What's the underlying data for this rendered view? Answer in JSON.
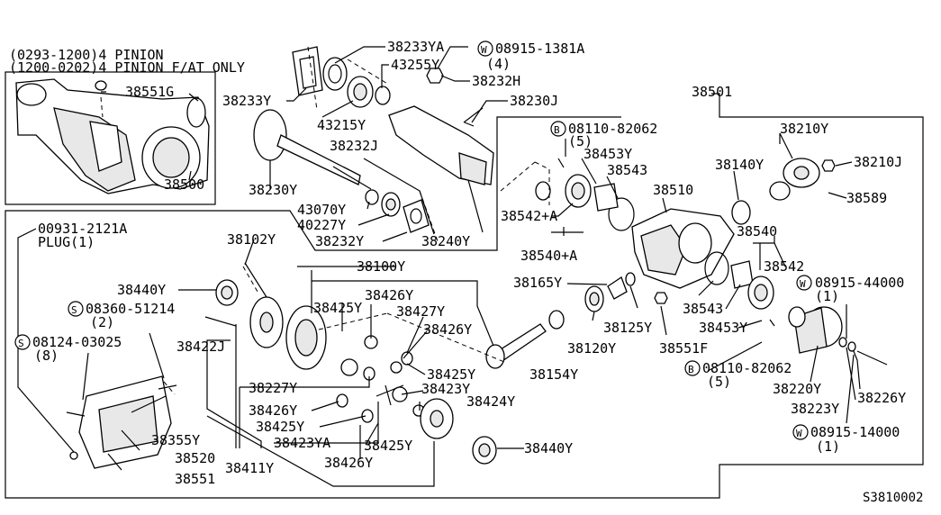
{
  "diagram_code": "S3810002",
  "inset": {
    "line1": "(0293-1200)4 PINION",
    "line2": "(1200-0202)4 PINION F/AT ONLY"
  },
  "parts": {
    "p38233YA": "38233YA",
    "p08915_1381A": "08915-1381A",
    "p08915_1381A_qty": "(4)",
    "p43255Y": "43255Y",
    "p38232H": "38232H",
    "p38551G": "38551G",
    "p38233Y": "38233Y",
    "p43215Y": "43215Y",
    "p38230J": "38230J",
    "p38501": "38501",
    "p08110_82062_top": "08110-82062",
    "p08110_82062_top_qty": "(5)",
    "p38210Y": "38210Y",
    "p38500": "38500",
    "p38232J": "38232J",
    "p38453Y_top": "38453Y",
    "p38543_top": "38543",
    "p38140Y": "38140Y",
    "p38210J": "38210J",
    "p38230Y": "38230Y",
    "p38510": "38510",
    "p38589": "38589",
    "p43070Y": "43070Y",
    "p38542A": "38542+A",
    "p40227Y": "40227Y",
    "p00931_2121A": "00931-2121A",
    "plug": "PLUG(1)",
    "p38232Y": "38232Y",
    "p38240Y": "38240Y",
    "p38540": "38540",
    "p38102Y": "38102Y",
    "p38540A": "38540+A",
    "p38542": "38542",
    "p38100Y": "38100Y",
    "p38165Y": "38165Y",
    "p08915_44000": "08915-44000",
    "p08915_44000_qty": "(1)",
    "p38440Y_left": "38440Y",
    "p38426Y_a": "38426Y",
    "p38543_mid": "38543",
    "p08360_51214": "08360-51214",
    "p08360_51214_qty": "(2)",
    "p38425Y_a": "38425Y",
    "p38427Y": "38427Y",
    "p38125Y": "38125Y",
    "p38453Y_mid": "38453Y",
    "p38426Y_b": "38426Y",
    "p38422J": "38422J",
    "p38120Y": "38120Y",
    "p38551F": "38551F",
    "p08124_03025": "08124-03025",
    "p08124_03025_qty": "(8)",
    "p38154Y": "38154Y",
    "p08110_82062_bot": "08110-82062",
    "p08110_82062_bot_qty": "(5)",
    "p38425Y_b": "38425Y",
    "p38220Y": "38220Y",
    "p38227Y": "38227Y",
    "p38423Y": "38423Y",
    "p38424Y": "38424Y",
    "p38226Y": "38226Y",
    "p38426Y_c": "38426Y",
    "p38223Y": "38223Y",
    "p38425Y_c": "38425Y",
    "p08915_14000": "08915-14000",
    "p08915_14000_qty": "(1)",
    "p38355Y": "38355Y",
    "p38423YA": "38423YA",
    "p38425Y_d": "38425Y",
    "p38440Y_right": "38440Y",
    "p38520": "38520",
    "p38411Y": "38411Y",
    "p38426Y_d": "38426Y",
    "p38551": "38551"
  },
  "circle_marks": {
    "w": "W",
    "b": "B",
    "s": "S"
  }
}
